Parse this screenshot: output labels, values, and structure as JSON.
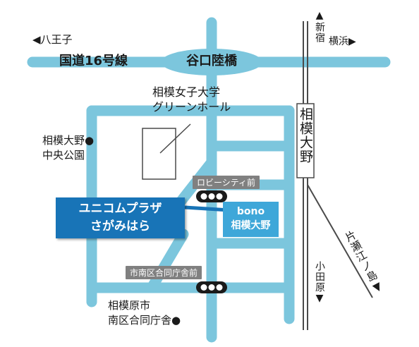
{
  "colors": {
    "road": "#7cc6dd",
    "rail": "#4a4a4a",
    "text": "#1a1a1a",
    "callout_fill": "#1874b7",
    "bono_fill": "#3ea7d9",
    "sign_fill": "#808080",
    "signal_fill": "#ffffff"
  },
  "labels": {
    "hachioji": "◀八王子",
    "route16": "国道16号線",
    "yokohama": "横浜▶",
    "taniguchi_bridge": "谷口陸橋",
    "university_line1": "相模女子大学",
    "university_line2": "グリーンホール",
    "park_line1": "相模大野●",
    "park_line2": "中央公園",
    "station": "相模大野",
    "shinjuku": "▲新宿",
    "odawara": "小田原▼",
    "katase": "片瀬江ノ島▼",
    "lobby_city": "ロビーシティ前",
    "office_sign": "市南区合同庁舎前",
    "office_line1": "相模原市",
    "office_line2": "南区合同庁舎●"
  },
  "callout": {
    "line1": "ユニコムプラザ",
    "line2": "さがみはら"
  },
  "bono": {
    "line1": "bono",
    "line2": "相模大野"
  },
  "icons": {
    "signal": "traffic-signal-icon",
    "marker": "location-dot-icon"
  }
}
